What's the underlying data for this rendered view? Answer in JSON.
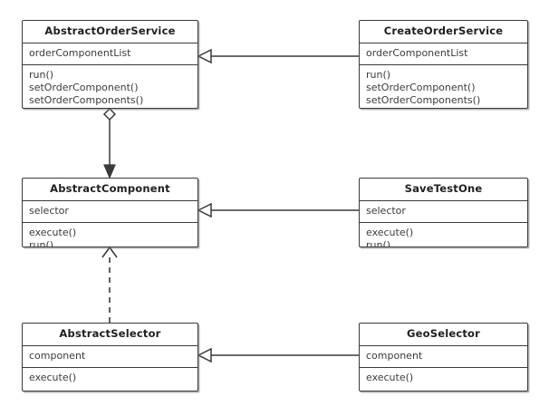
{
  "diagram": {
    "kind": "uml-class-diagram",
    "background_color": "#ffffff",
    "line_color": "#3a3a3a",
    "text_color": "#3b3b3b",
    "title_color": "#1f1f1f"
  },
  "classes": [
    {
      "id": "abstract-order-service",
      "name": "AbstractOrderService",
      "attributes": [
        "orderComponentList"
      ],
      "operations": [
        "run()",
        "setOrderComponent()",
        "setOrderComponents()"
      ]
    },
    {
      "id": "create-order-service",
      "name": "CreateOrderService",
      "attributes": [
        "orderComponentList"
      ],
      "operations": [
        "run()",
        "setOrderComponent()",
        "setOrderComponents()"
      ]
    },
    {
      "id": "abstract-component",
      "name": "AbstractComponent",
      "attributes": [
        "selector"
      ],
      "operations": [
        "execute()",
        "run()"
      ]
    },
    {
      "id": "save-test-one",
      "name": "SaveTestOne",
      "attributes": [
        "selector"
      ],
      "operations": [
        "execute()",
        "run()"
      ]
    },
    {
      "id": "abstract-selector",
      "name": "AbstractSelector",
      "attributes": [
        "component"
      ],
      "operations": [
        "execute()"
      ]
    },
    {
      "id": "geo-selector",
      "name": "GeoSelector",
      "attributes": [
        "component"
      ],
      "operations": [
        "execute()"
      ]
    }
  ],
  "relationships": [
    {
      "id": "gen-create-to-abstract-order",
      "type": "generalization",
      "from": "CreateOrderService",
      "to": "AbstractOrderService",
      "line": "solid",
      "arrowhead": "hollow-triangle"
    },
    {
      "id": "agg-order-service-to-component",
      "type": "aggregation",
      "from": "AbstractOrderService",
      "to": "AbstractComponent",
      "line": "solid",
      "arrowhead": "filled-triangle",
      "tail": "hollow-diamond"
    },
    {
      "id": "gen-savetestone-to-abstract-component",
      "type": "generalization",
      "from": "SaveTestOne",
      "to": "AbstractComponent",
      "line": "solid",
      "arrowhead": "hollow-triangle"
    },
    {
      "id": "dep-selector-to-component",
      "type": "dependency",
      "from": "AbstractSelector",
      "to": "AbstractComponent",
      "line": "dashed",
      "arrowhead": "open-arrow"
    },
    {
      "id": "gen-geoselector-to-abstract-selector",
      "type": "generalization",
      "from": "GeoSelector",
      "to": "AbstractSelector",
      "line": "solid",
      "arrowhead": "hollow-triangle"
    }
  ]
}
